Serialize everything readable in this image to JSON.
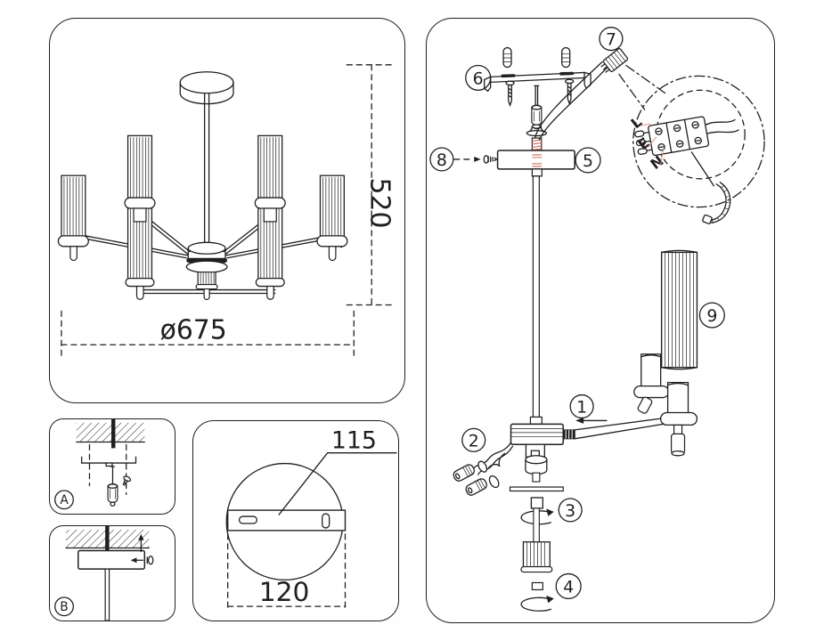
{
  "palette": {
    "ink": "#1f1f1f",
    "paper": "#ffffff",
    "thread_red": "#c65a50",
    "leader_red": "#e log"
  },
  "colors": {
    "ink": "#1f1f1f",
    "thread_red": "#c65a50",
    "leader_red": "#e4938c"
  },
  "overview": {
    "height_dim": "520",
    "diameter_dim": "ø675"
  },
  "mount_plate": {
    "slot_spacing_dim": "115",
    "plate_diameter_dim": "120"
  },
  "steps": {
    "a_label": "A",
    "b_label": "B"
  },
  "callouts": {
    "n1": "1",
    "n2": "2",
    "n3": "3",
    "n4": "4",
    "n5": "5",
    "n6": "6",
    "n7": "7",
    "n8": "8",
    "n9": "9"
  },
  "wiring": {
    "live": "L",
    "earth": "E",
    "neutral": "N"
  }
}
